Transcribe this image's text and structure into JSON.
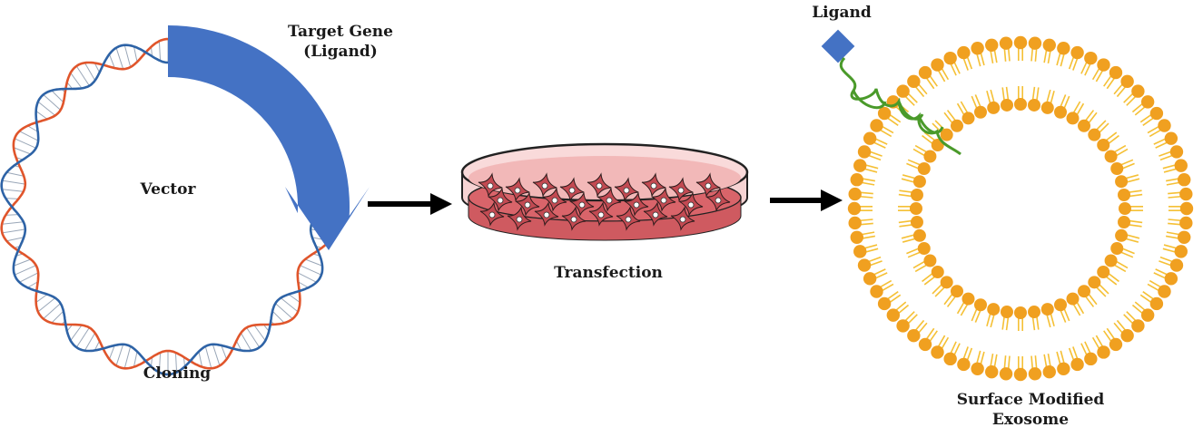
{
  "labels": {
    "target_gene_line1": "Target Gene",
    "target_gene_line2": "(Ligand)",
    "vector": "Vector",
    "cloning": "Cloning",
    "transfection": "Transfection",
    "ligand": "Ligand",
    "exosome_line1": "Surface Modified",
    "exosome_line2": "Exosome"
  },
  "colors": {
    "gene_arrow": "#4472c4",
    "dna_strand_a": "#e0552b",
    "dna_strand_b": "#2e63a6",
    "process_arrow": "#000000",
    "dish_medium": "#d9646a",
    "dish_wall": "#f3c4c4",
    "lipid_head": "#f0a020",
    "lipid_tail": "#f5c035",
    "ligand_block": "#4472c4",
    "linker": "#4a9a2a"
  },
  "icons": [
    "dna-plasmid-icon",
    "petri-dish-icon",
    "exosome-icon",
    "ligand-icon"
  ]
}
